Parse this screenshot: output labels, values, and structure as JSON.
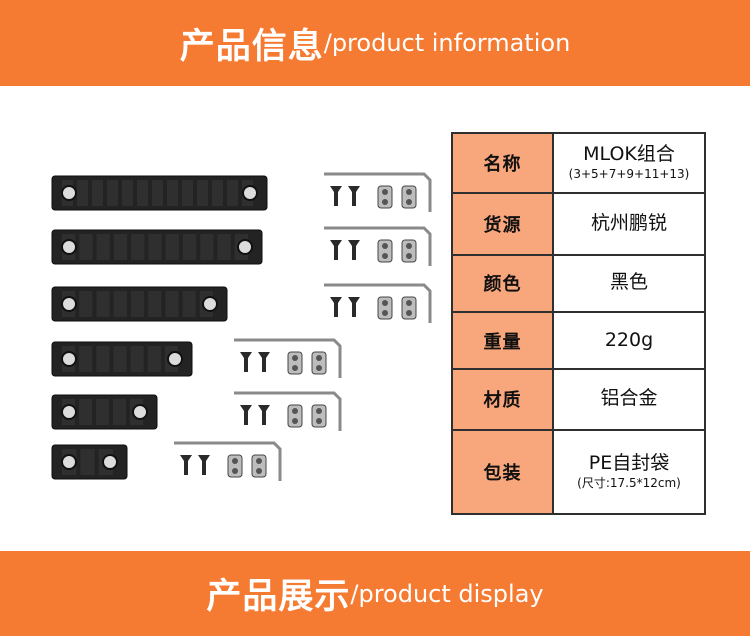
{
  "header": {
    "cn": "产品信息",
    "en": "/product information"
  },
  "footer": {
    "cn": "产品展示",
    "en": "/product display"
  },
  "spec_table": {
    "rows": [
      {
        "key": "名称",
        "value": "MLOK组合",
        "sub": "(3+5+7+9+11+13)"
      },
      {
        "key": "货源",
        "value": "杭州鹏锐",
        "sub": ""
      },
      {
        "key": "颜色",
        "value": "黑色",
        "sub": ""
      },
      {
        "key": "重量",
        "value": "220g",
        "sub": ""
      },
      {
        "key": "材质",
        "value": "铝合金",
        "sub": ""
      },
      {
        "key": "包装",
        "value": "PE自封袋",
        "sub": "(尺寸:17.5*12cm)"
      }
    ]
  },
  "product_image": {
    "rail_slots": [
      13,
      11,
      9,
      7,
      5,
      3
    ],
    "colors": {
      "rail": "#232323",
      "rail_edge": "#0c0c0c",
      "wrench": "#8a8a8a",
      "screw": "#2a2a2a"
    }
  }
}
